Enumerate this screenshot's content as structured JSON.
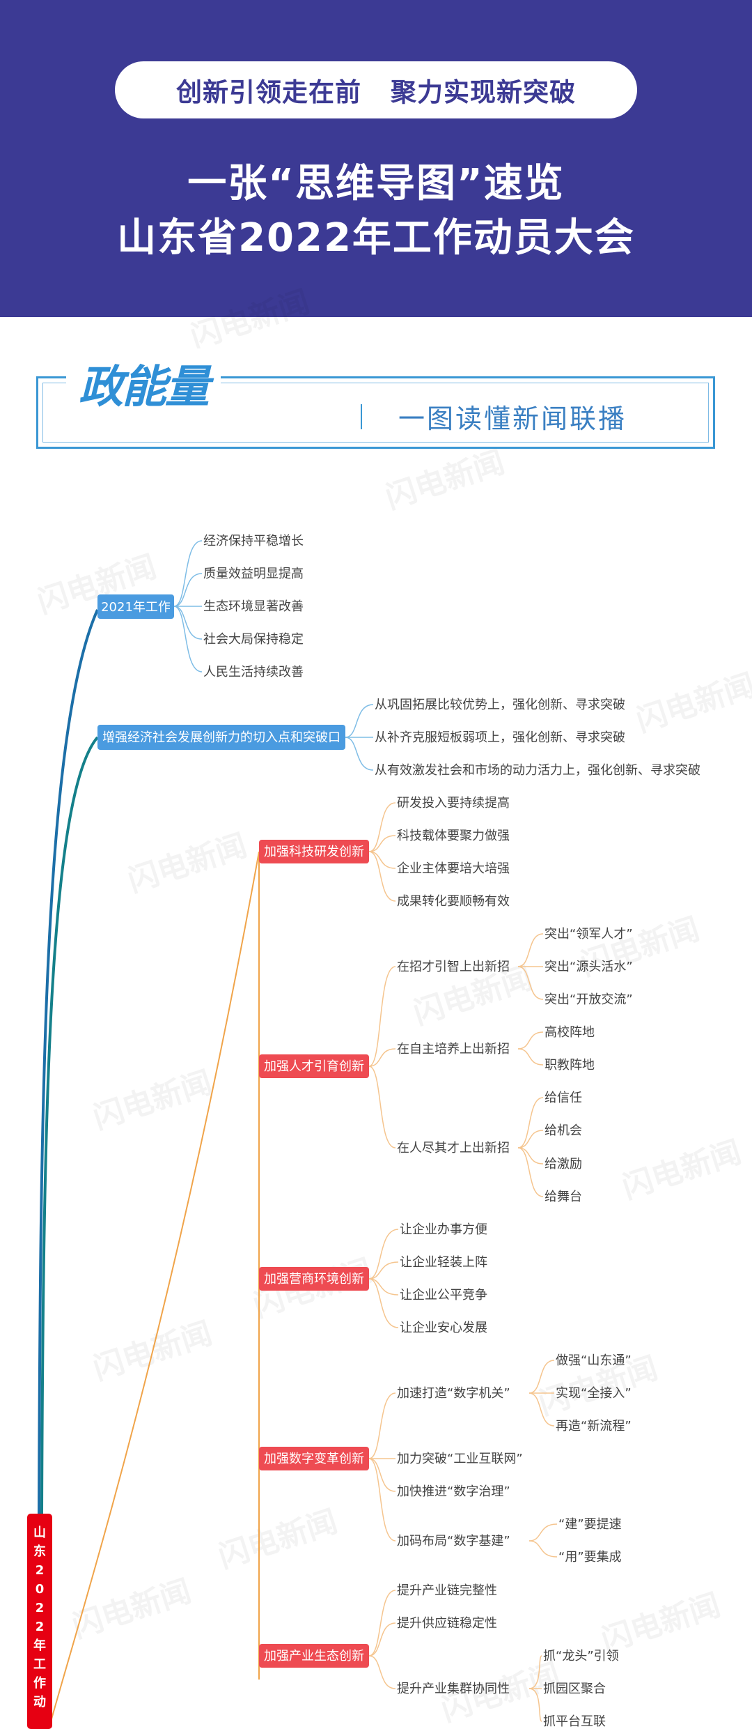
{
  "header": {
    "slogan_left": "创新引领走在前",
    "slogan_right": "聚力实现新突破",
    "title_line1": "一张“思维导图”速览",
    "title_line2": "山东省2022年工作动员大会",
    "bg_color": "#3c3a94"
  },
  "banner": {
    "logo": "政能量",
    "subtitle": "一图读懂新闻联播"
  },
  "watermark": "闪电新闻",
  "mindmap": {
    "root": [
      "山",
      "东",
      "2",
      "0",
      "2",
      "2",
      "年",
      "工",
      "作",
      "动"
    ],
    "b2021": {
      "label": "2021年工作",
      "items": [
        "经济保持平稳增长",
        "质量效益明显提高",
        "生态环境显著改善",
        "社会大局保持稳定",
        "人民生活持续改善"
      ]
    },
    "bbreak": {
      "label": "增强经济社会发展创新力的切入点和突破口",
      "items": [
        "从巩固拓展比较优势上，强化创新、寻求突破",
        "从补齐克服短板弱项上，强化创新、寻求突破",
        "从有效激发社会和市场的动力活力上，强化创新、寻求突破"
      ]
    },
    "tech": {
      "label": "加强科技研发创新",
      "items": [
        "研发投入要持续提高",
        "科技载体要聚力做强",
        "企业主体要培大培强",
        "成果转化要顺畅有效"
      ]
    },
    "talent": {
      "label": "加强人才引育创新",
      "s1": {
        "label": "在招才引智上出新招",
        "items": [
          "突出“领军人才”",
          "突出“源头活水”",
          "突出“开放交流”"
        ]
      },
      "s2": {
        "label": "在自主培养上出新招",
        "items": [
          "高校阵地",
          "职教阵地"
        ]
      },
      "s3": {
        "label": "在人尽其才上出新招",
        "items": [
          "给信任",
          "给机会",
          "给激励",
          "给舞台"
        ]
      }
    },
    "biz": {
      "label": "加强营商环境创新",
      "items": [
        "让企业办事方便",
        "让企业轻装上阵",
        "让企业公平竞争",
        "让企业安心发展"
      ]
    },
    "digital": {
      "label": "加强数字变革创新",
      "s1": {
        "label": "加速打造“数字机关”",
        "items": [
          "做强“山东通”",
          "实现“全接入”",
          "再造“新流程”"
        ]
      },
      "s2": {
        "label": "加力突破“工业互联网”"
      },
      "s3": {
        "label": "加快推进“数字治理”"
      },
      "s4": {
        "label": "加码布局“数字基建”",
        "items": [
          "“建”要提速",
          "“用”要集成"
        ]
      }
    },
    "industry": {
      "label": "加强产业生态创新",
      "s1": {
        "label": "提升产业链完整性"
      },
      "s2": {
        "label": "提升供应链稳定性"
      },
      "s3": {
        "label": "提升产业集群协同性",
        "items": [
          "抓“龙头”引领",
          "抓园区聚合",
          "抓平台互联"
        ]
      }
    },
    "colors": {
      "blue_node": "#4a9be0",
      "red_node": "#ee4b52",
      "blue_line": "#1c6fa8",
      "teal_line": "#14808a",
      "orange_line": "#f0a44a",
      "root": "#e60012"
    }
  }
}
